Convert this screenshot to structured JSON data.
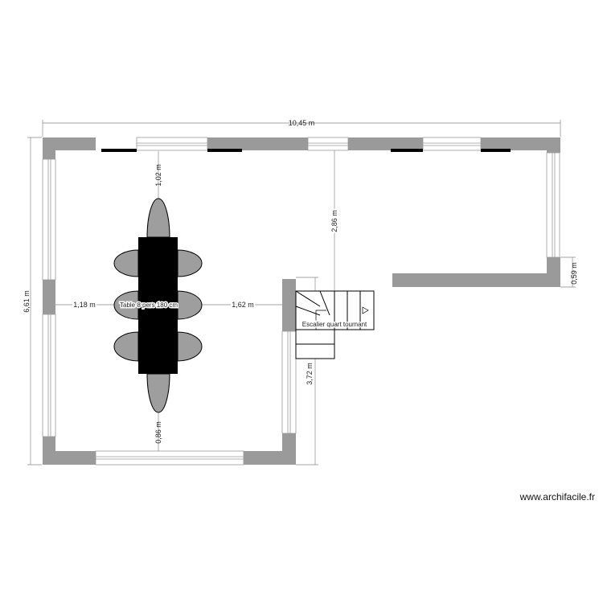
{
  "dimensions": {
    "total_width": "10,45 m",
    "total_height": "6,61 m",
    "table_to_top": "1,02 m",
    "table_to_left": "1,18 m",
    "table_to_partition": "1,62 m",
    "table_to_bottom": "0,86 m",
    "partition_to_right_room": "2,86 m",
    "stair_to_bottom": "3,72 m",
    "right_wall_offset": "0,59 m"
  },
  "labels": {
    "table": "Table 8 pers 180 cm",
    "stairs": "Escalier quart tournant"
  },
  "watermark": "www.archifacile.fr",
  "colors": {
    "wall": "#9a9a9a",
    "table": "#000000",
    "chair": "#9e9e9e",
    "dimension_line": "#888888"
  }
}
